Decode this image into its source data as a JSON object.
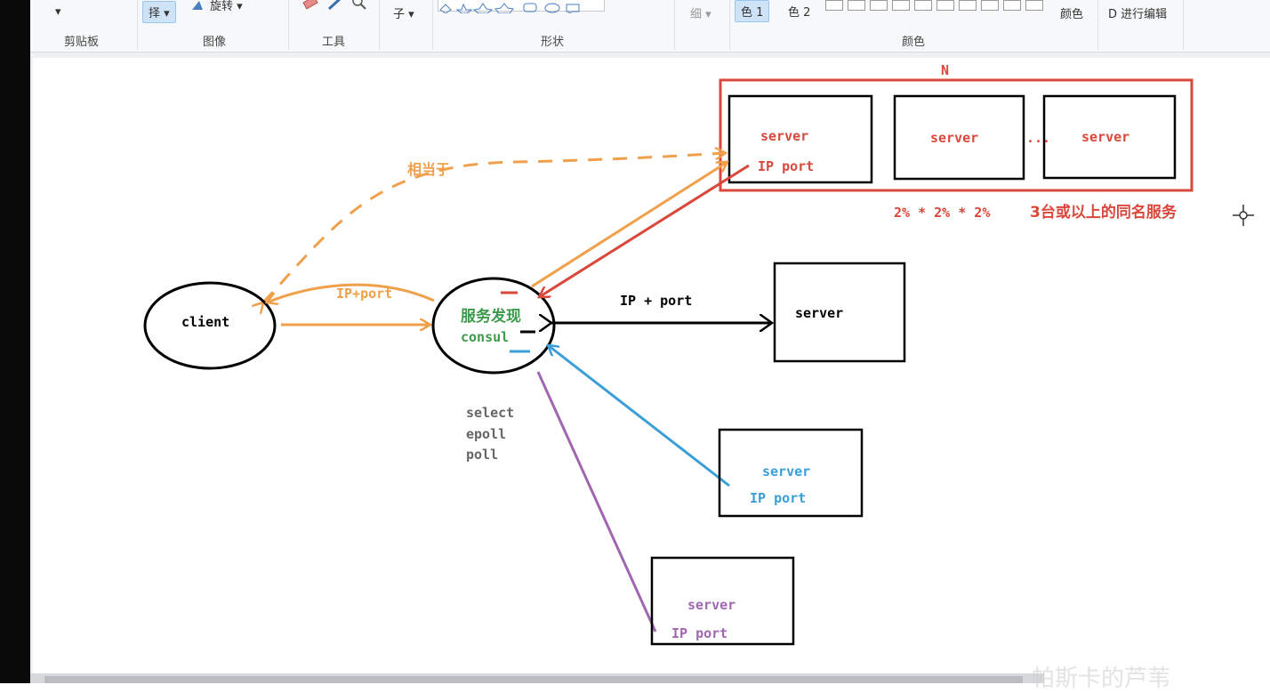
{
  "ribbon": {
    "groups": {
      "clipboard": "剪贴板",
      "image": "图像",
      "tools": "工具",
      "shapes": "形状",
      "colors": "颜色"
    },
    "select_button": "择 ▾",
    "rotate_button": "旋转 ▾",
    "fill_button": "子 ▾",
    "size_button": "细 ▾",
    "color1": "色 1",
    "color2": "色 2",
    "edit_colors": "颜色",
    "edit_with": "D 进行编辑",
    "dropdown_arrow": "▾"
  },
  "diagram": {
    "n_label": "N",
    "top_servers": [
      {
        "name": "server",
        "sub": "IP port"
      },
      {
        "name": "server",
        "sub": ""
      },
      {
        "name": "server",
        "sub": ""
      }
    ],
    "ellipsis": "...",
    "percent_text": "2% * 2% * 2%",
    "cluster_note": "3台或以上的同名服务",
    "equivalent_label": "相当于",
    "client_label": "client",
    "ip_port_label": "IP+port",
    "discovery_title": "服务发现",
    "discovery_sub": "consul",
    "io_models": [
      "select",
      "epoll",
      "poll"
    ],
    "right_link_label": "IP + port",
    "right_server": "server",
    "blue_server": {
      "name": "server",
      "sub": "IP port"
    },
    "purple_server": {
      "name": "server",
      "sub": "IP port"
    }
  },
  "colors": {
    "red": "#d9483b",
    "orange": "#f0a04b",
    "green": "#3e9a4c",
    "blue": "#3a9fd8",
    "purple": "#a067b0",
    "black": "#000000"
  },
  "watermark": "帕斯卡的芦苇"
}
